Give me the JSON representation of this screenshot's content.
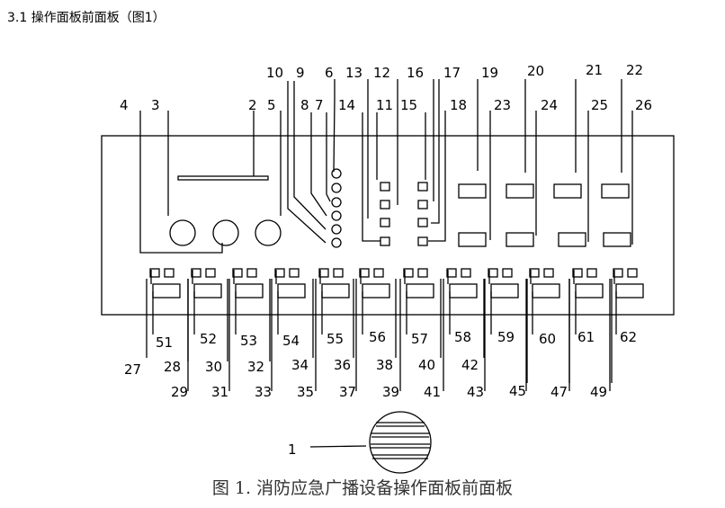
{
  "header": {
    "title": "3.1 操作面板前面板（图1）"
  },
  "caption": "图 1.  消防应急广播设备操作面板前面板",
  "labels": {
    "top": [
      "4",
      "3",
      "2",
      "5",
      "10",
      "9",
      "8",
      "7",
      "6",
      "13",
      "14",
      "12",
      "11",
      "16",
      "15",
      "17",
      "18",
      "19",
      "23",
      "20",
      "24",
      "21",
      "25",
      "22",
      "26"
    ],
    "bottom": [
      "51",
      "52",
      "53",
      "54",
      "55",
      "56",
      "57",
      "58",
      "59",
      "60",
      "61",
      "62",
      "27",
      "28",
      "30",
      "32",
      "34",
      "36",
      "38",
      "40",
      "42",
      "29",
      "31",
      "33",
      "35",
      "37",
      "39",
      "41",
      "43",
      "45",
      "47",
      "49"
    ],
    "speaker": "1"
  }
}
